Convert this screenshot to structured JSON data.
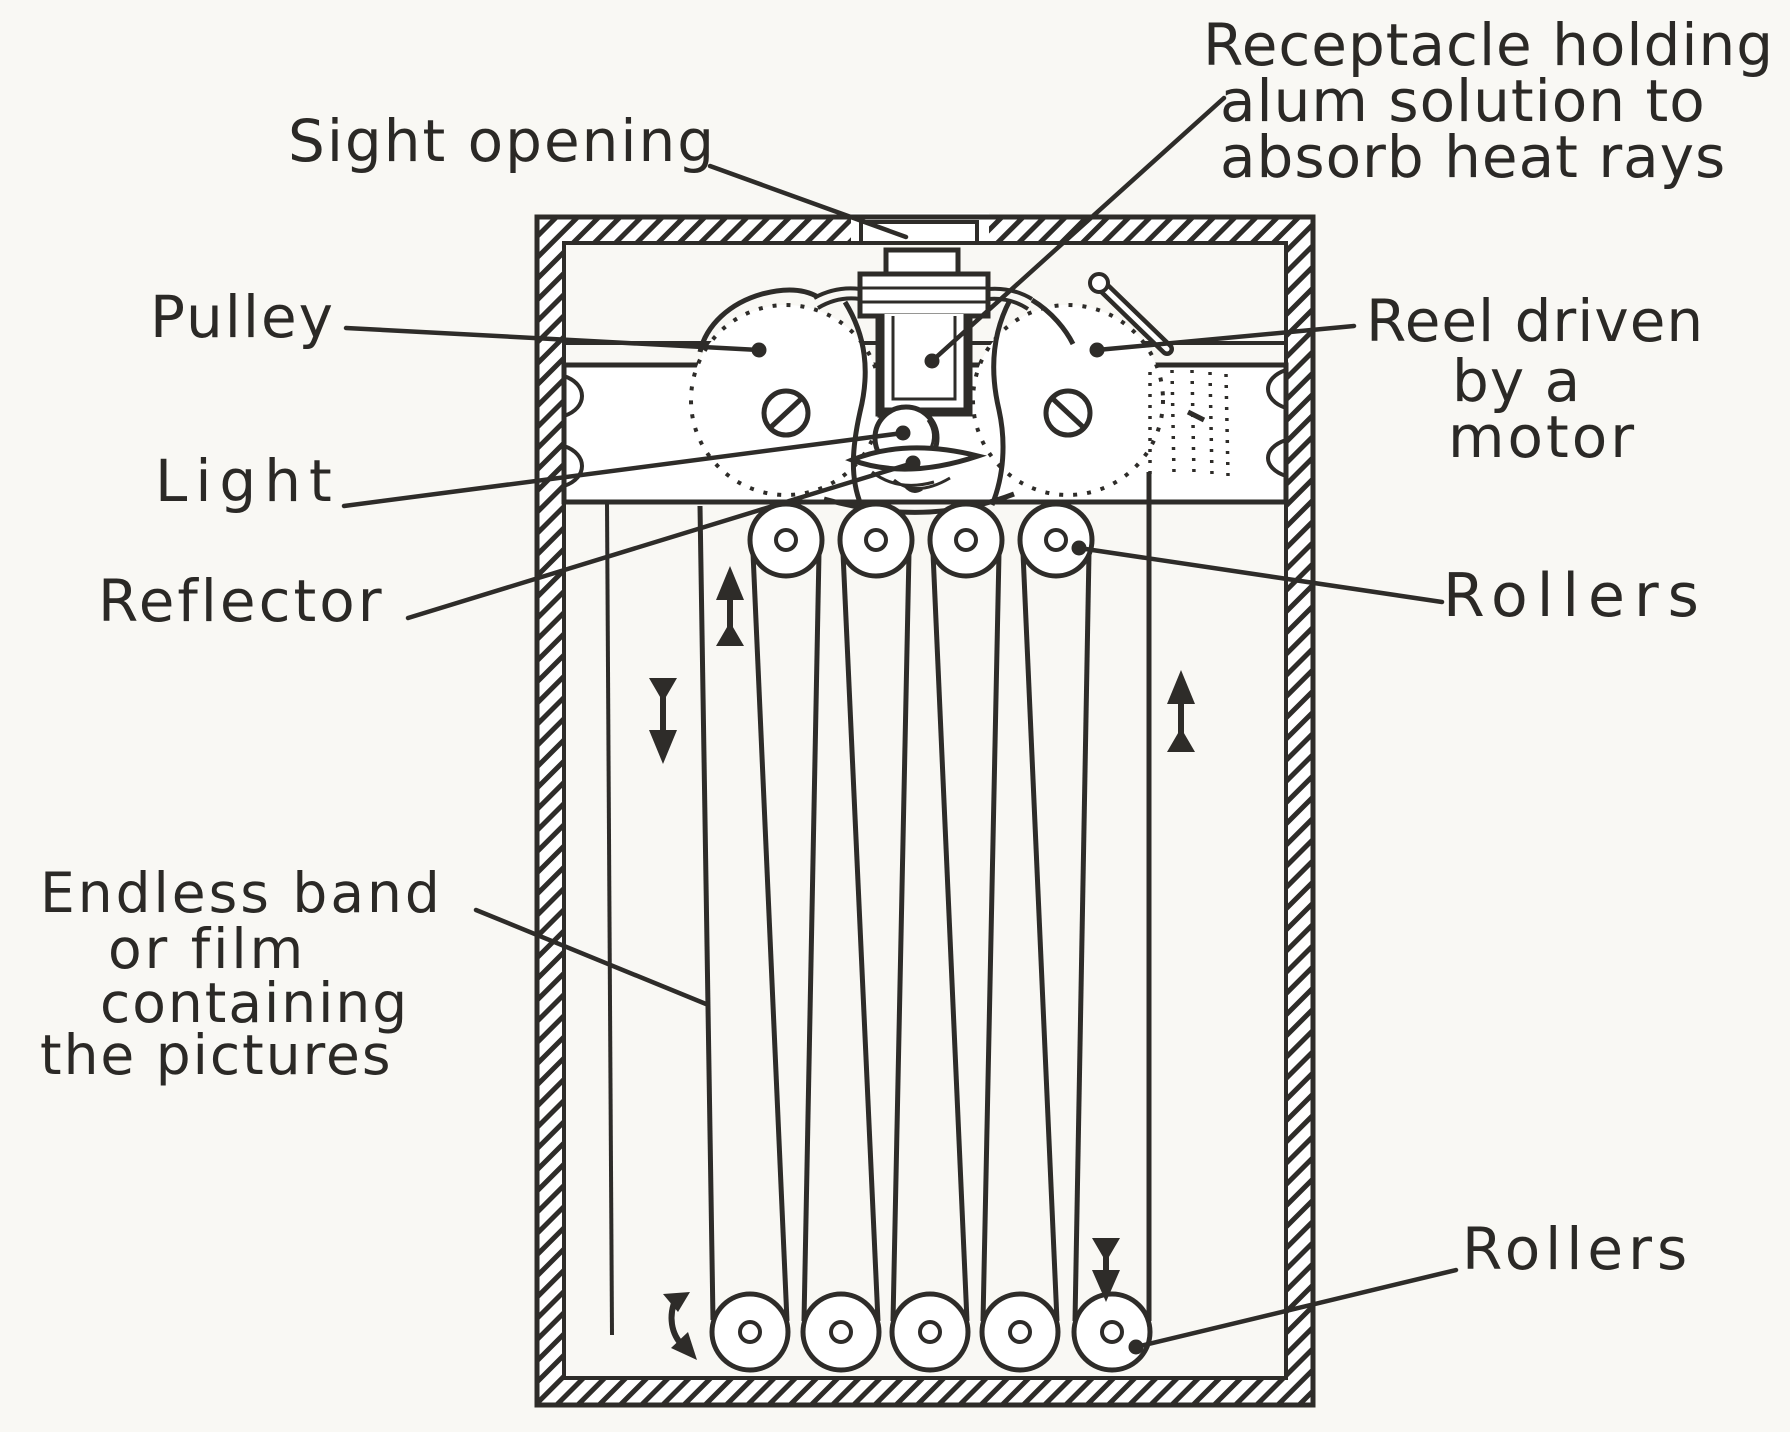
{
  "page": {
    "background": "#f9f8f4",
    "ink": "#2e2c29"
  },
  "labels": {
    "sight_opening": "Sight opening",
    "receptacle_line1": "Receptacle holding",
    "receptacle_line2": "alum solution to",
    "receptacle_line3": "absorb heat rays",
    "pulley": "Pulley",
    "reel_line1": "Reel driven",
    "reel_line2": "by a",
    "reel_line3": "motor",
    "light": "Light",
    "reflector": "Reflector",
    "rollers_top": "Rollers",
    "endless_line1": "Endless band",
    "endless_line2": "or film",
    "endless_line3": "containing",
    "endless_line4": "the pictures",
    "rollers_bottom": "Rollers"
  },
  "diagram": {
    "type": "cutaway-technical-illustration",
    "top_roller_count": 4,
    "bottom_roller_count": 5,
    "film_strand_count": 10
  }
}
